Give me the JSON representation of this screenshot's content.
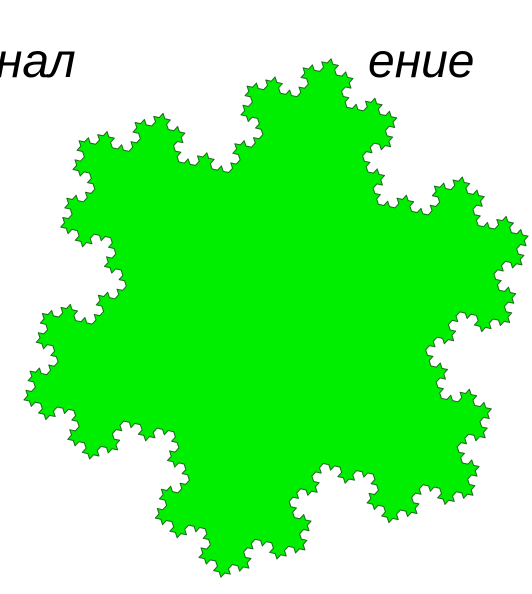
{
  "heading": {
    "left_fragment": "нал",
    "right_fragment": "ение"
  },
  "figure": {
    "shape": "koch-snowflake",
    "iterations": 4,
    "fill_color": "#00ee00",
    "stroke_color": "#1a6b1a",
    "background_color": "#ffffff"
  }
}
